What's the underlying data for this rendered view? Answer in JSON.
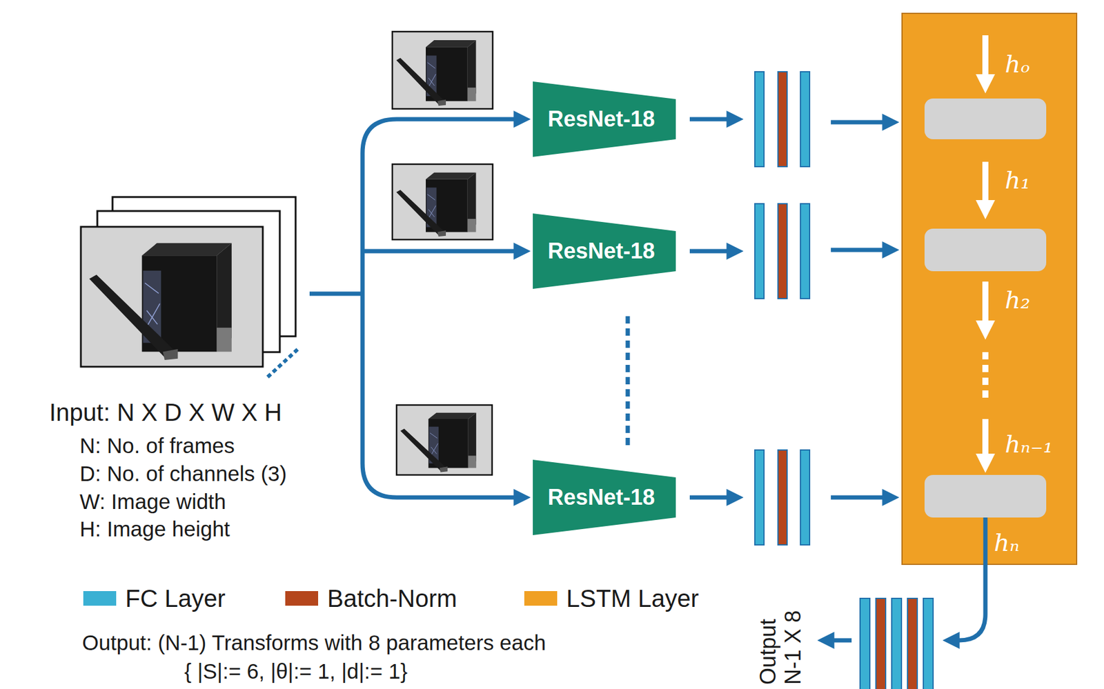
{
  "diagram": {
    "nodes": [
      {
        "text": [
          "ResNet-18"
        ]
      },
      {
        "text": [
          "ResNet-18"
        ]
      },
      {
        "text": [
          "ResNet-18"
        ]
      },
      {
        "text": [
          "hₒ",
          "h₁",
          "h₂",
          "hₙ₋₁",
          "hₙ"
        ]
      }
    ],
    "labels": [
      "Input: N X D X W X H",
      "N: No. of frames",
      "D: No. of channels (3)",
      "W: Image width",
      "H: Image height",
      "Output: (N-1) Transforms with 8 parameters each",
      "{ |S|:= 6, |θ|:= 1, |d|:= 1}",
      "Output N-1 X 8"
    ],
    "legend": [
      {
        "text": "FC Layer",
        "color": "#3ab0d3"
      },
      {
        "text": "Batch-Norm",
        "color": "#b5461c"
      },
      {
        "text": "LSTM Layer",
        "color": "#f0a024"
      }
    ]
  }
}
